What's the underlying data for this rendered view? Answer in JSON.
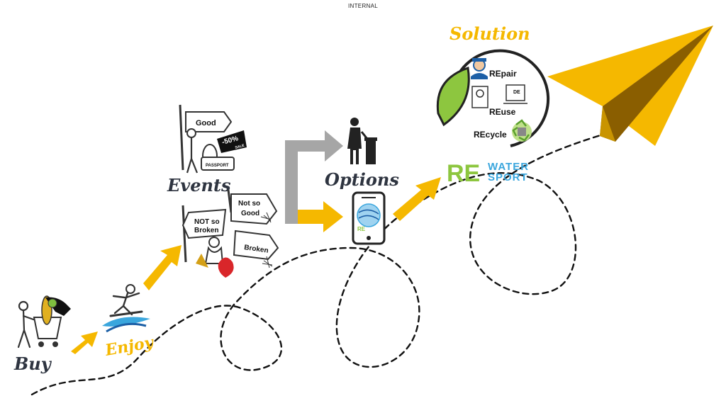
{
  "header": {
    "classification": "INTERNAL"
  },
  "stages": {
    "buy": "Buy",
    "enjoy": "Enjoy",
    "events": "Events",
    "options": "Options",
    "solution": "Solution"
  },
  "event_signs": {
    "good": "Good",
    "sale": "-50%",
    "sale_small": "SALE",
    "passport": "PASSPORT",
    "not_so_good_1": "Not so",
    "not_so_good_2": "Good",
    "not_so_broken_1": "NOT so",
    "not_so_broken_2": "Broken",
    "broken": "Broken"
  },
  "solution_items": {
    "repair": "REpair",
    "reuse": "REuse",
    "recycle": "REcycle",
    "reuse_badge": "DE"
  },
  "brand": {
    "re": "RE",
    "line1": "WATER",
    "line2": "SPORT"
  },
  "phone": {
    "re": "RE"
  },
  "colors": {
    "accent_yellow": "#F5B800",
    "brand_green": "#8DC63F",
    "brand_blue": "#3AA6DD",
    "arrow_gray": "#A6A6A6",
    "ink": "#2E3440"
  }
}
